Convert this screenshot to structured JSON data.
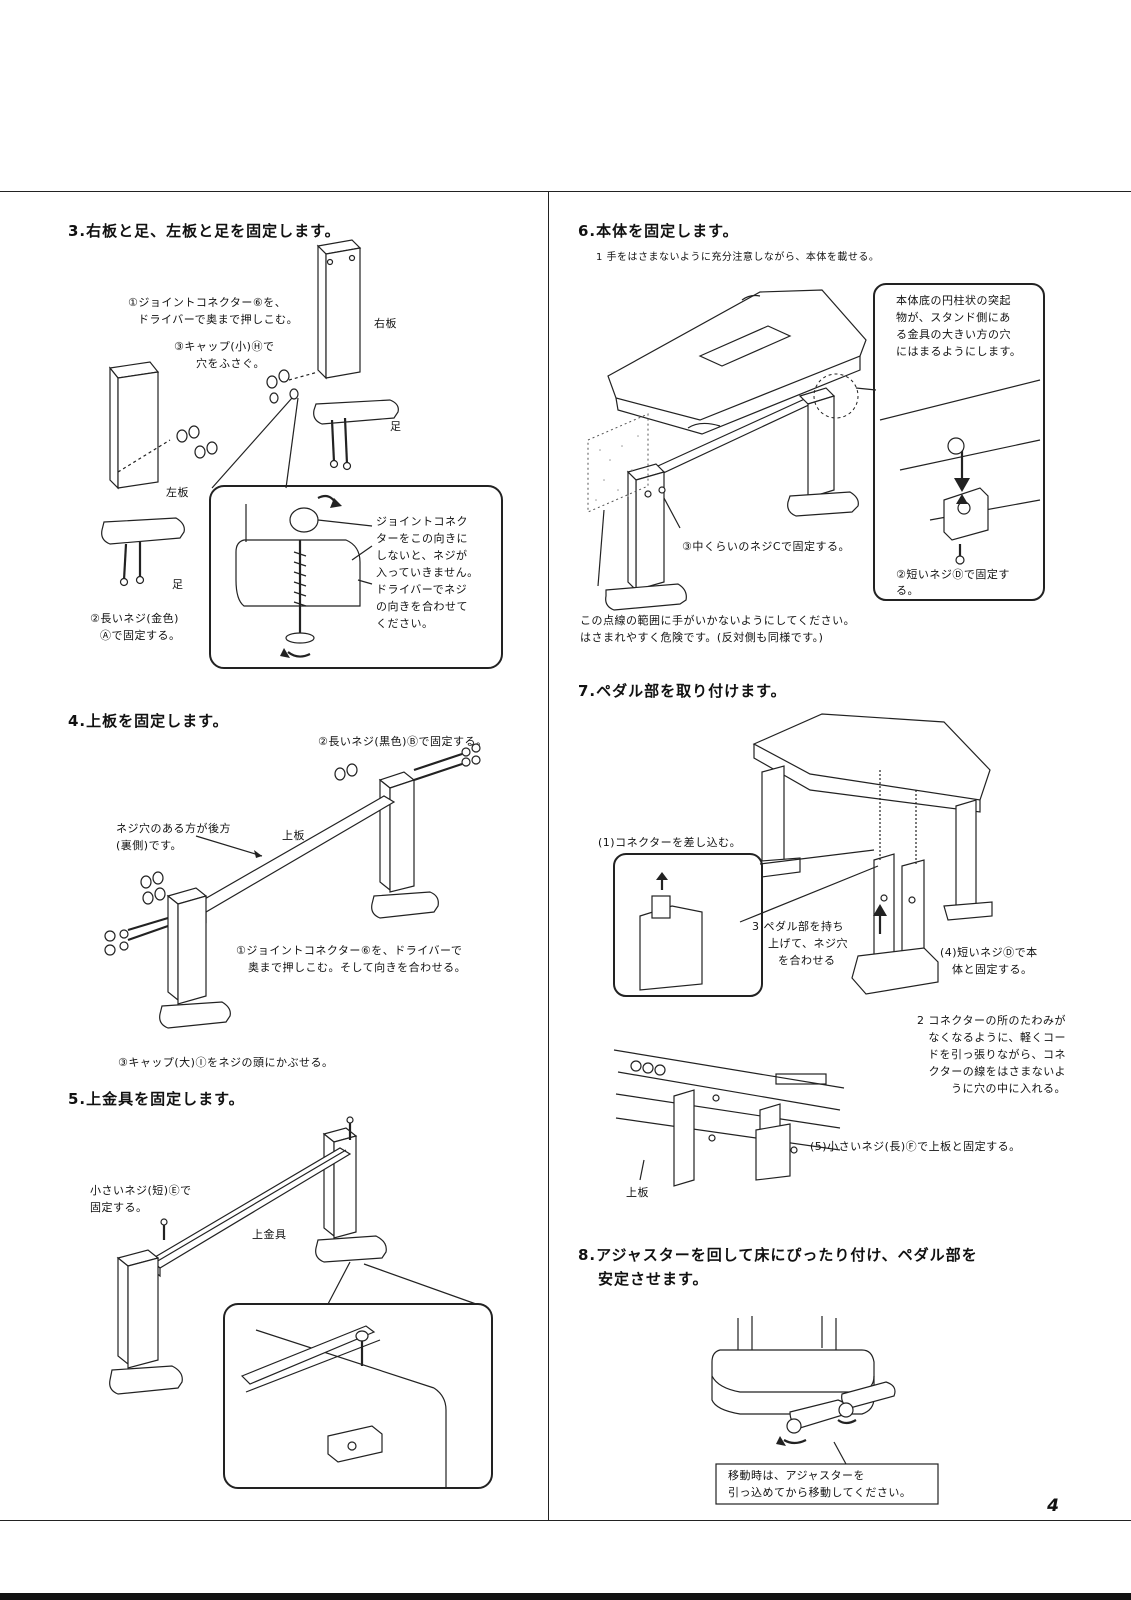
{
  "page_number": "4",
  "sections": {
    "s3": {
      "heading": "3.右板と足、左板と足を固定します。",
      "note1_l1": "①ジョイントコネクター⑥を、",
      "note1_l2": "ドライバーで奥まで押しこむ。",
      "note3_l1": "③キャップ(小)Ⓗで",
      "note3_l2": "穴をふさぐ。",
      "label_right_board": "右板",
      "label_left_board": "左板",
      "label_foot_a": "足",
      "label_foot_b": "足",
      "note2_l1": "②長いネジ(金色)",
      "note2_l2": "Ⓐで固定する。",
      "detail_lines": [
        "ジョイントコネク",
        "ターをこの向きに",
        "しないと、ネジが",
        "入っていきません。",
        "ドライバーでネジ",
        "の向きを合わせて",
        "ください。"
      ]
    },
    "s4": {
      "heading": "4.上板を固定します。",
      "note2": "②長いネジ(黒色)Ⓑで固定する。",
      "note_hole_l1": "ネジ穴のある方が後方",
      "note_hole_l2": "(裏側)です。",
      "label_top_board": "上板",
      "note1_l1": "①ジョイントコネクター⑥を、ドライバーで",
      "note1_l2": "奥まで押しこむ。そして向きを合わせる。",
      "note3": "③キャップ(大)Ⓘをネジの頭にかぶせる。"
    },
    "s5": {
      "heading": "5.上金具を固定します。",
      "note_l1": "小さいネジ(短)Ⓔで",
      "note_l2": "固定する。",
      "label_bracket": "上金具"
    },
    "s6": {
      "heading": "6.本体を固定します。",
      "sub": "1 手をはさまないように充分注意しながら、本体を載せる。",
      "box_lines": [
        "本体底の円柱状の突起",
        "物が、スタンド側にあ",
        "る金具の大きい方の穴",
        "にはまるようにします。"
      ],
      "note3": "③中くらいのネジCで固定する。",
      "note2_l1": "②短いネジⒹで固定す",
      "note2_l2": "る。",
      "warn_l1": "この点線の範囲に手がいかないようにしてください。",
      "warn_l2": "はさまれやすく危険です。(反対側も同様です。)"
    },
    "s7": {
      "heading": "7.ペダル部を取り付けます。",
      "note1": "(1)コネクターを差し込む。",
      "note3_l1": "3 ペダル部を持ち",
      "note3_l2": "上げて、ネジ穴",
      "note3_l3": "を合わせる",
      "note4_l1": "(4)短いネジⒹで本",
      "note4_l2": "体と固定する。",
      "note2_lines": [
        "2 コネクターの所のたわみが",
        "なくなるように、軽くコー",
        "ドを引っ張りながら、コネ",
        "クターの線をはさまないよ",
        "うに穴の中に入れる。"
      ],
      "note5": "(5)小さいネジ(長)Ⓕで上板と固定する。",
      "label_top_board": "上板"
    },
    "s8": {
      "heading_l1": "8.アジャスターを回して床にぴったり付け、ペダル部を",
      "heading_l2": "安定させます。",
      "box_l1": "移動時は、アジャスターを",
      "box_l2": "引っ込めてから移動してください。"
    }
  }
}
